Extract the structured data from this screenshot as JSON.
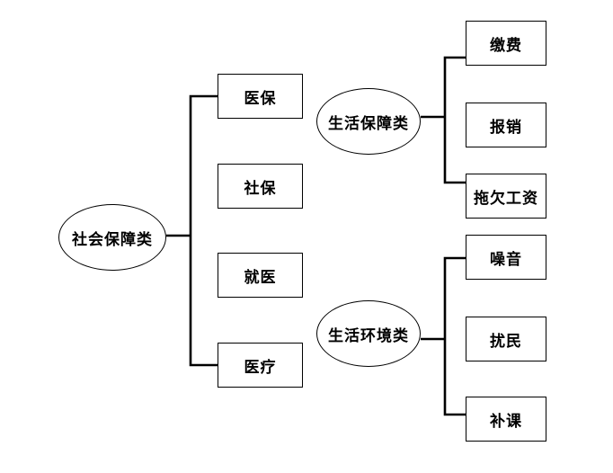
{
  "diagram": {
    "colors": {
      "background": "#ffffff",
      "stroke": "#000000",
      "text": "#000000"
    },
    "root": {
      "label": "社会保障类"
    },
    "left_children": [
      {
        "label": "医保"
      },
      {
        "label": "社保"
      },
      {
        "label": "就医"
      },
      {
        "label": "医疗"
      }
    ],
    "groups": [
      {
        "label": "生活保障类",
        "children": [
          {
            "label": "缴费"
          },
          {
            "label": "报销"
          },
          {
            "label": "拖欠工资"
          }
        ]
      },
      {
        "label": "生活环境类",
        "children": [
          {
            "label": "噪音"
          },
          {
            "label": "扰民"
          },
          {
            "label": "补课"
          }
        ]
      }
    ]
  }
}
